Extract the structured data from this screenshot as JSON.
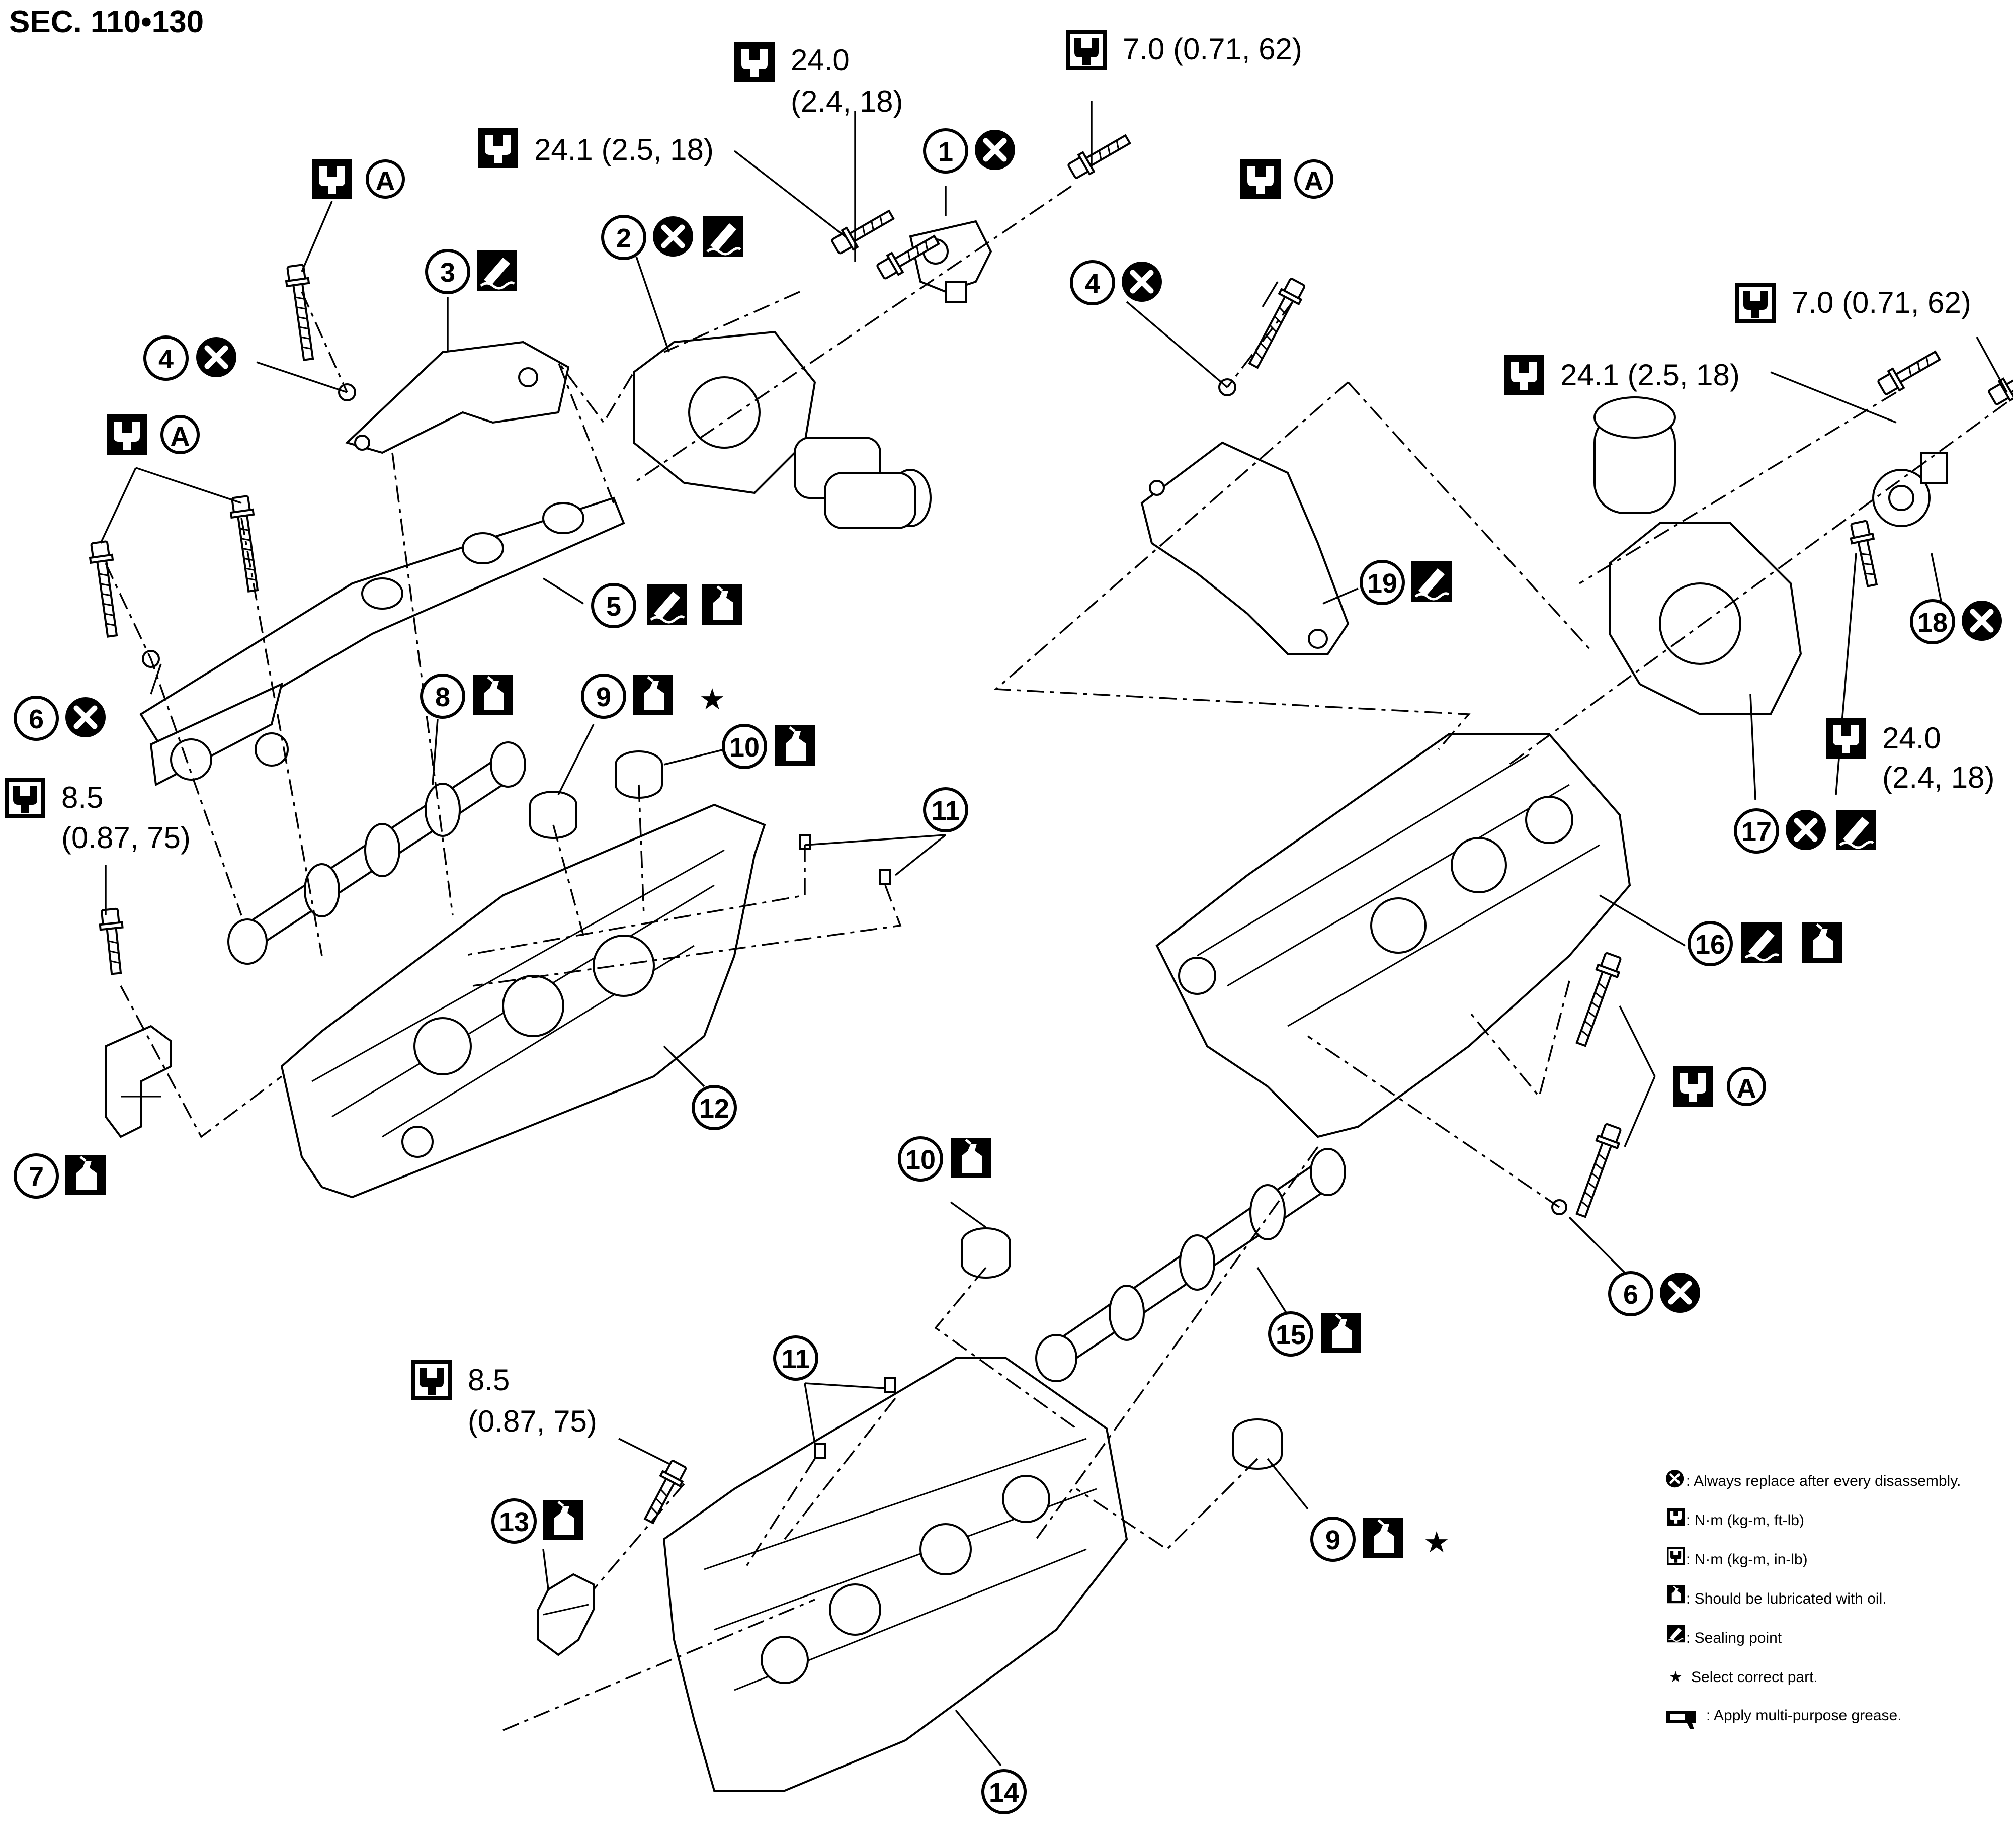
{
  "title": "SEC. 110•130",
  "specs": {
    "s1": "7.0 (0.71, 62)",
    "s2a": "24.0",
    "s2b": "(2.4, 18)",
    "s3": "24.1 (2.5, 18)",
    "s4": "24.1 (2.5, 18)",
    "s5": "7.0 (0.71, 62)",
    "s6a": "24.0",
    "s6b": "(2.4, 18)",
    "s7a": "8.5",
    "s7b": "(0.87, 75)",
    "s8a": "8.5",
    "s8b": "(0.87, 75)"
  },
  "callouts": {
    "c1": "1",
    "c2": "2",
    "c3": "3",
    "c4a": "4",
    "c4b": "4",
    "c5": "5",
    "c6a": "6",
    "c6b": "6",
    "c7": "7",
    "c8": "8",
    "c9a": "9",
    "c9b": "9",
    "c10a": "10",
    "c10b": "10",
    "c11a": "11",
    "c11b": "11",
    "c12": "12",
    "c13": "13",
    "c14": "14",
    "c15": "15",
    "c16": "16",
    "c17": "17",
    "c18": "18",
    "c19": "19"
  },
  "marks": {
    "letter_a": "A",
    "star": "★"
  },
  "legend": {
    "replace": ": Always replace after every disassembly.",
    "nm_ftlb": ": N·m (kg-m, ft-lb)",
    "nm_inlb": ": N·m (kg-m, in-lb)",
    "oil": ": Should be lubricated with oil.",
    "seal": ": Sealing point",
    "select": "Select correct part.",
    "grease": ": Apply multi-purpose grease."
  },
  "icons": {
    "replace": "replace-x-icon",
    "torque_ftlb": "torque-wrench-icon",
    "torque_inlb": "torque-wrench-filled-icon",
    "oil": "oil-can-icon",
    "seal": "sealant-icon",
    "grease": "grease-gun-icon"
  }
}
